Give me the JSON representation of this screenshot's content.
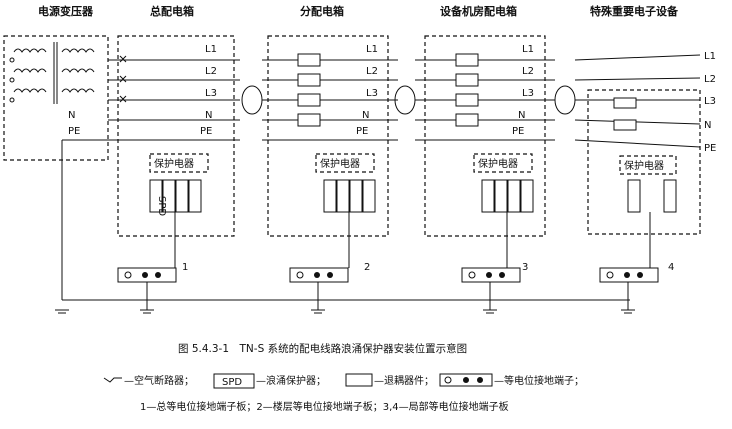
{
  "headers": {
    "transformer": "电源变压器",
    "main_box": "总配电箱",
    "sub_box": "分配电箱",
    "equip_box": "设备机房配电箱",
    "special": "特殊重要电子设备"
  },
  "lines": {
    "l1": "L1",
    "l2": "L2",
    "l3": "L3",
    "n": "N",
    "pe": "PE"
  },
  "protector_label": "保护电器",
  "spd_label": "SPD",
  "terminal_numbers": [
    "1",
    "2",
    "3",
    "4"
  ],
  "caption": "图 5.4.3-1　TN-S 系统的配电线路浪涌保护器安装位置示意图",
  "legend": {
    "breaker": "—空气断路器；",
    "spd_sym": "SPD",
    "spd": "—浪涌保护器；",
    "decoupler": "—退耦器件；",
    "terminal": "—等电位接地端子；",
    "notes": "1—总等电位接地端子板；2—楼层等电位接地端子板；3,4—局部等电位接地端子板"
  }
}
